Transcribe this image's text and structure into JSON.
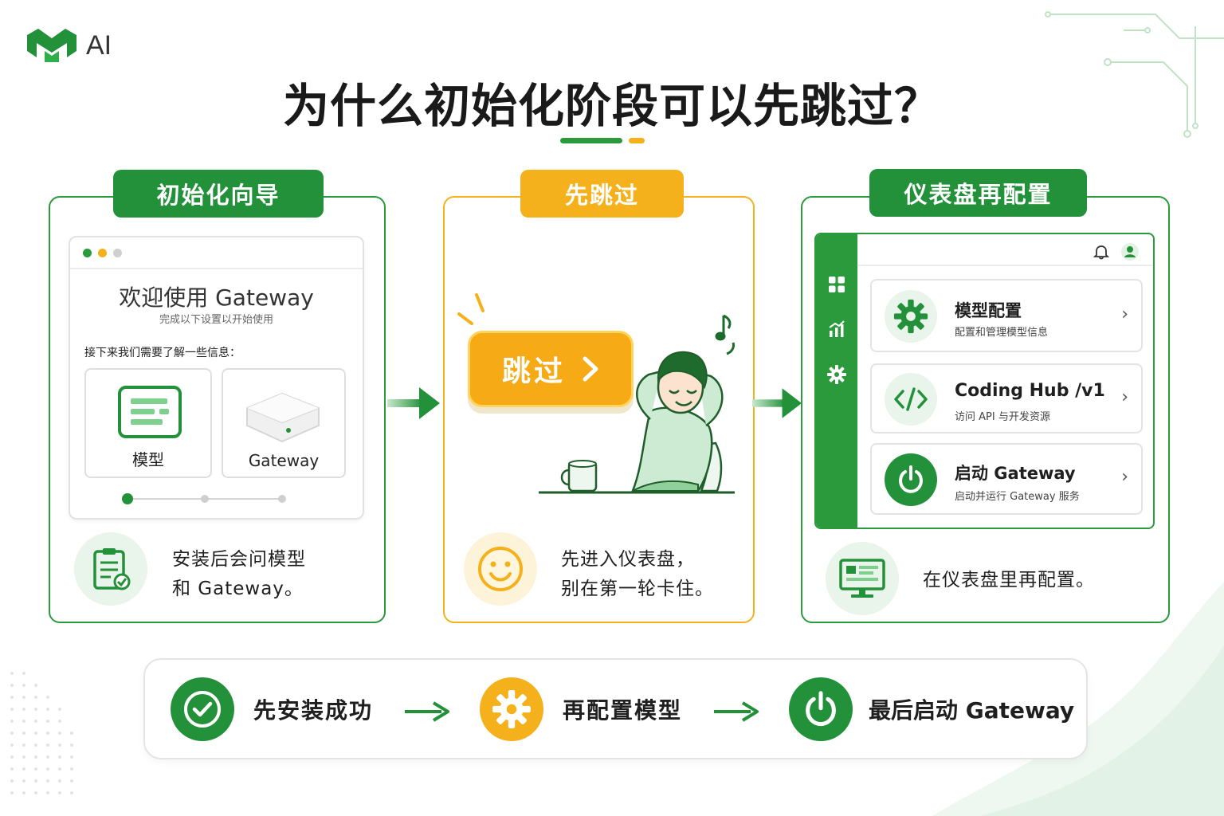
{
  "brand": {
    "logo_text": "AI"
  },
  "title": "为什么初始化阶段可以先跳过？",
  "colors": {
    "green": "#23913a",
    "yellow": "#f5b11c",
    "light_green": "#e9f4ea"
  },
  "panel_wizard": {
    "tag": "初始化向导",
    "window": {
      "title": "欢迎使用 Gateway",
      "subtitle": "完成以下设置以开始使用",
      "question": "接下来我们需要了解一些信息：",
      "options": [
        {
          "label": "模型",
          "icon": "model-card-icon"
        },
        {
          "label": "Gateway",
          "icon": "gateway-device-icon"
        }
      ],
      "progress": {
        "current_step": 1,
        "total_steps": 3
      }
    },
    "note_lines": [
      "安装后会问模型",
      "和 Gateway。"
    ],
    "note_icon": "clipboard-check-icon"
  },
  "panel_skip": {
    "tag": "先跳过",
    "button_label": "跳过",
    "button_icon": "chevron-right-icon",
    "note_lines": [
      "先进入仪表盘，",
      "别在第一轮卡住。"
    ],
    "note_icon": "smiley-icon"
  },
  "panel_dashboard": {
    "tag": "仪表盘再配置",
    "sidebar_icons": [
      "grid-icon",
      "chart-icon",
      "gear-icon"
    ],
    "topbar_icons": [
      "bell-icon",
      "user-avatar-icon"
    ],
    "cards": [
      {
        "title": "模型配置",
        "subtitle": "配置和管理模型信息",
        "icon": "gear-icon"
      },
      {
        "title": "Coding Hub /v1",
        "subtitle": "访问 API 与开发资源",
        "icon": "code-icon"
      },
      {
        "title": "启动 Gateway",
        "subtitle": "启动并运行 Gateway 服务",
        "icon": "power-icon"
      }
    ],
    "note": "在仪表盘里再配置。",
    "note_icon": "monitor-icon"
  },
  "flow": {
    "steps": [
      {
        "label": "先安装成功",
        "icon": "check-circle-icon",
        "color": "#23913a"
      },
      {
        "label": "再配置模型",
        "icon": "gear-icon",
        "color": "#f5b11c"
      },
      {
        "label": "最后启动 Gateway",
        "icon": "power-icon",
        "color": "#23913a"
      }
    ]
  }
}
